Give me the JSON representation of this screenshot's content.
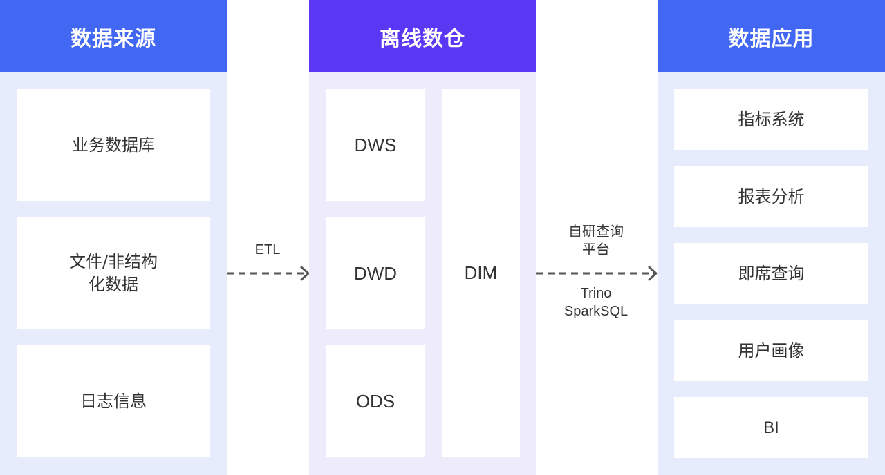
{
  "sources": {
    "title": "数据来源",
    "items": [
      {
        "line1": "业务数据库",
        "line2": ""
      },
      {
        "line1": "文件/非结构",
        "line2": "化数据"
      },
      {
        "line1": "日志信息",
        "line2": ""
      }
    ]
  },
  "warehouse": {
    "title": "离线数仓",
    "layers": [
      "DWS",
      "DWD",
      "ODS"
    ],
    "dim": "DIM"
  },
  "apps": {
    "title": "数据应用",
    "items": [
      "指标系统",
      "报表分析",
      "即席查询",
      "用户画像",
      "BI"
    ]
  },
  "edges": {
    "etl": "ETL",
    "query_line1": "自研查询",
    "query_line2": "平台",
    "engine_line1": "Trino",
    "engine_line2": "SparkSQL"
  },
  "colors": {
    "header_blue": "#4267f2",
    "header_purple": "#5937f3",
    "panel_blue": "#e7ecfc",
    "panel_purple": "#eeecfb",
    "arrow": "#555555"
  }
}
